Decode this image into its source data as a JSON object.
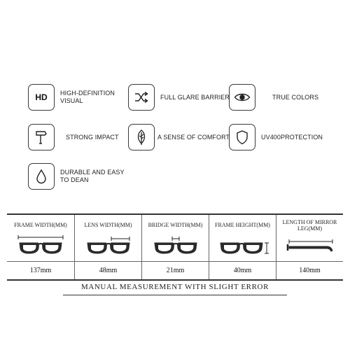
{
  "features": [
    {
      "name": "hd",
      "icon": "hd-text-icon",
      "icon_text": "HD",
      "label_lines": [
        "HIGH-DEFINITION",
        "VISUAL"
      ]
    },
    {
      "name": "full-glare",
      "icon": "shuffle-icon",
      "label_lines": [
        "FULL GLARE BARRIER"
      ]
    },
    {
      "name": "true-colors",
      "icon": "eye-icon",
      "label_lines": [
        "TRUE COLORS"
      ]
    },
    {
      "name": "strong-impact",
      "icon": "hammer-icon",
      "label_lines": [
        "STRONG IMPACT"
      ]
    },
    {
      "name": "comfort",
      "icon": "feather-icon",
      "label_lines": [
        "A SENSE OF COMFORT"
      ]
    },
    {
      "name": "uv400",
      "icon": "shield-icon",
      "label_lines": [
        "UV400PROTECTION"
      ]
    },
    {
      "name": "durable",
      "icon": "droplet-icon",
      "label_lines": [
        "DURABLE AND EASY",
        "TO DEAN"
      ]
    }
  ],
  "specs": [
    {
      "name": "frame-width",
      "label": "FRAME WIDTH(MM)",
      "value": "137mm",
      "diagram": "frame-width-diagram"
    },
    {
      "name": "lens-width",
      "label": "LENS WIDTH(MM)",
      "value": "48mm",
      "diagram": "lens-width-diagram"
    },
    {
      "name": "bridge-width",
      "label": "BRIDGE WIDTH(MM)",
      "value": "21mm",
      "diagram": "bridge-width-diagram"
    },
    {
      "name": "frame-height",
      "label": "FRAME HEIGHT(MM)",
      "value": "40mm",
      "diagram": "frame-height-diagram"
    },
    {
      "name": "temple-length",
      "label_lines": [
        "LENGTH OF MIRROR",
        "LEG(MM)"
      ],
      "value": "140mm",
      "diagram": "temple-side-diagram"
    }
  ],
  "note": "MANUAL MEASUREMENT WITH SLIGHT ERROR",
  "colors": {
    "frame": "#2a2a2a",
    "border": "#3a3a3a",
    "text": "#222222"
  }
}
